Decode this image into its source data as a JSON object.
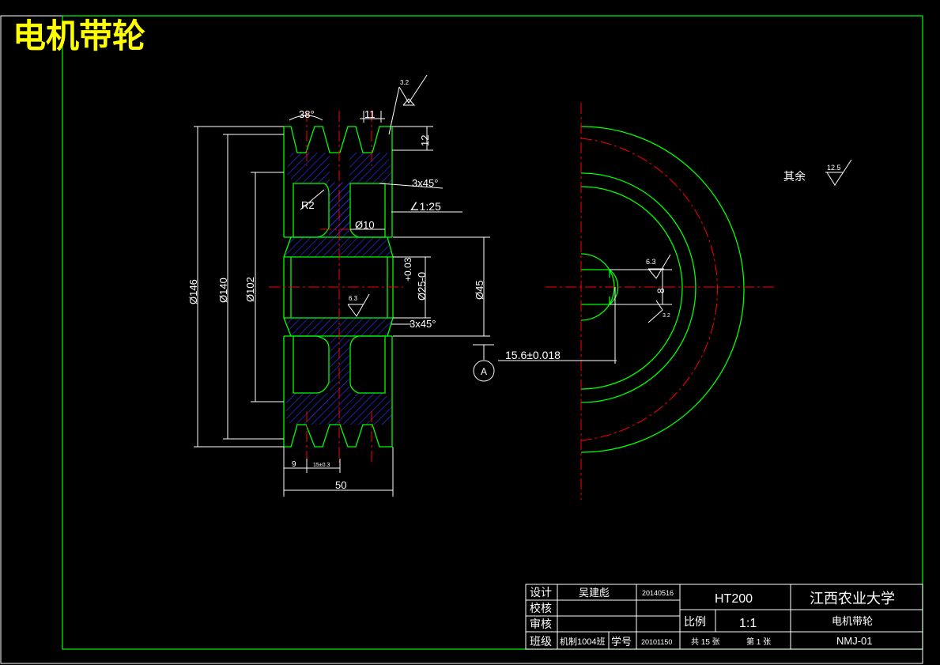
{
  "drawing": {
    "title": "电机带轮",
    "surface_roughness_rest_label": "其余",
    "surface_roughness_rest_value": "12.5"
  },
  "section_view": {
    "groove_angle": "38°",
    "groove_pitch": "11",
    "roughness_top": "3.2",
    "groove_depth": "12",
    "chamfer_top": "3x45°",
    "taper": "∠1:25",
    "fillet": "R2",
    "hole_dia": "Ø10",
    "tolerance_upper": "+0.03",
    "bore_dia": "Ø25-0",
    "hub_dia": "Ø45",
    "roughness_bore": "6.3",
    "chamfer_bottom": "3x45°",
    "dia_outer": "Ø146",
    "dia_pitch": "Ø140",
    "dia_web": "Ø102",
    "dim_edge": "9",
    "dim_pitch_tol": "15±0.3",
    "dim_width": "50"
  },
  "side_view": {
    "roughness_keyway_side": "6.3",
    "keyway_width": "8",
    "roughness_keyway_bottom": "3.2",
    "keyway_depth": "15.6±0.018",
    "datum": "A"
  },
  "title_block": {
    "designer_label": "设计",
    "designer_name": "吴建彪",
    "designer_date": "20140516",
    "checker_label": "校核",
    "reviewer_label": "审核",
    "class_label": "班级",
    "class_value": "机制1004班",
    "student_no_label": "学号",
    "student_no_value": "20101150",
    "material": "HT200",
    "school": "江西农业大学",
    "scale_label": "比例",
    "scale_value": "1:1",
    "part_name": "电机带轮",
    "sheet_total": "共 15 张",
    "sheet_no": "第 1 张",
    "drawing_no": "NMJ-01"
  },
  "colors": {
    "background": "#000000",
    "outline": "#00ff00",
    "centerline": "#ff0000",
    "hatch": "#3030ff",
    "dimension": "#ffffff",
    "title": "#ffff00"
  }
}
